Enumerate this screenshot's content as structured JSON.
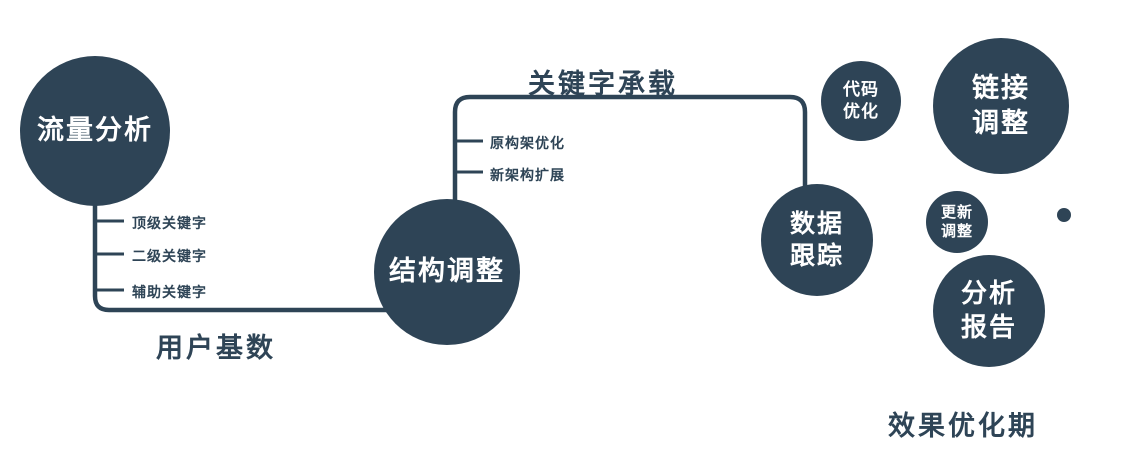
{
  "diagram": {
    "colors": {
      "node": "#2e4456",
      "line": "#2e4456",
      "text": "#2e4456"
    },
    "nodes": {
      "traffic": {
        "label": "流量分析"
      },
      "structure": {
        "label": "结构调整"
      },
      "tracking": {
        "label": "数据\n跟踪"
      },
      "code": {
        "label": "代码\n优化"
      },
      "link": {
        "label": "链接\n调整"
      },
      "update": {
        "label": "更新\n调整"
      },
      "report": {
        "label": "分析\n报告"
      }
    },
    "edges": {
      "user_base": {
        "label": "用户基数"
      },
      "keyword": {
        "label": "关键字承载"
      }
    },
    "ticks_left": [
      "顶级关键字",
      "二级关键字",
      "辅助关键字"
    ],
    "ticks_mid": [
      "原构架优化",
      "新架构扩展"
    ],
    "footer": "效果优化期"
  }
}
